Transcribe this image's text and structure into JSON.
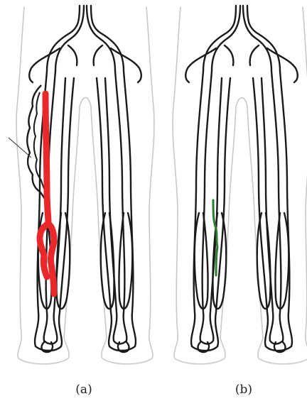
{
  "panels": [
    {
      "id": "a",
      "caption": "(a)"
    },
    {
      "id": "b",
      "caption": "(b)"
    }
  ],
  "colors": {
    "outline": "#c8c8c8",
    "vein": "#1a1a1a",
    "highlight_a": "#e8282b",
    "highlight_b": "#2e7d32",
    "pointer": "#333333"
  }
}
